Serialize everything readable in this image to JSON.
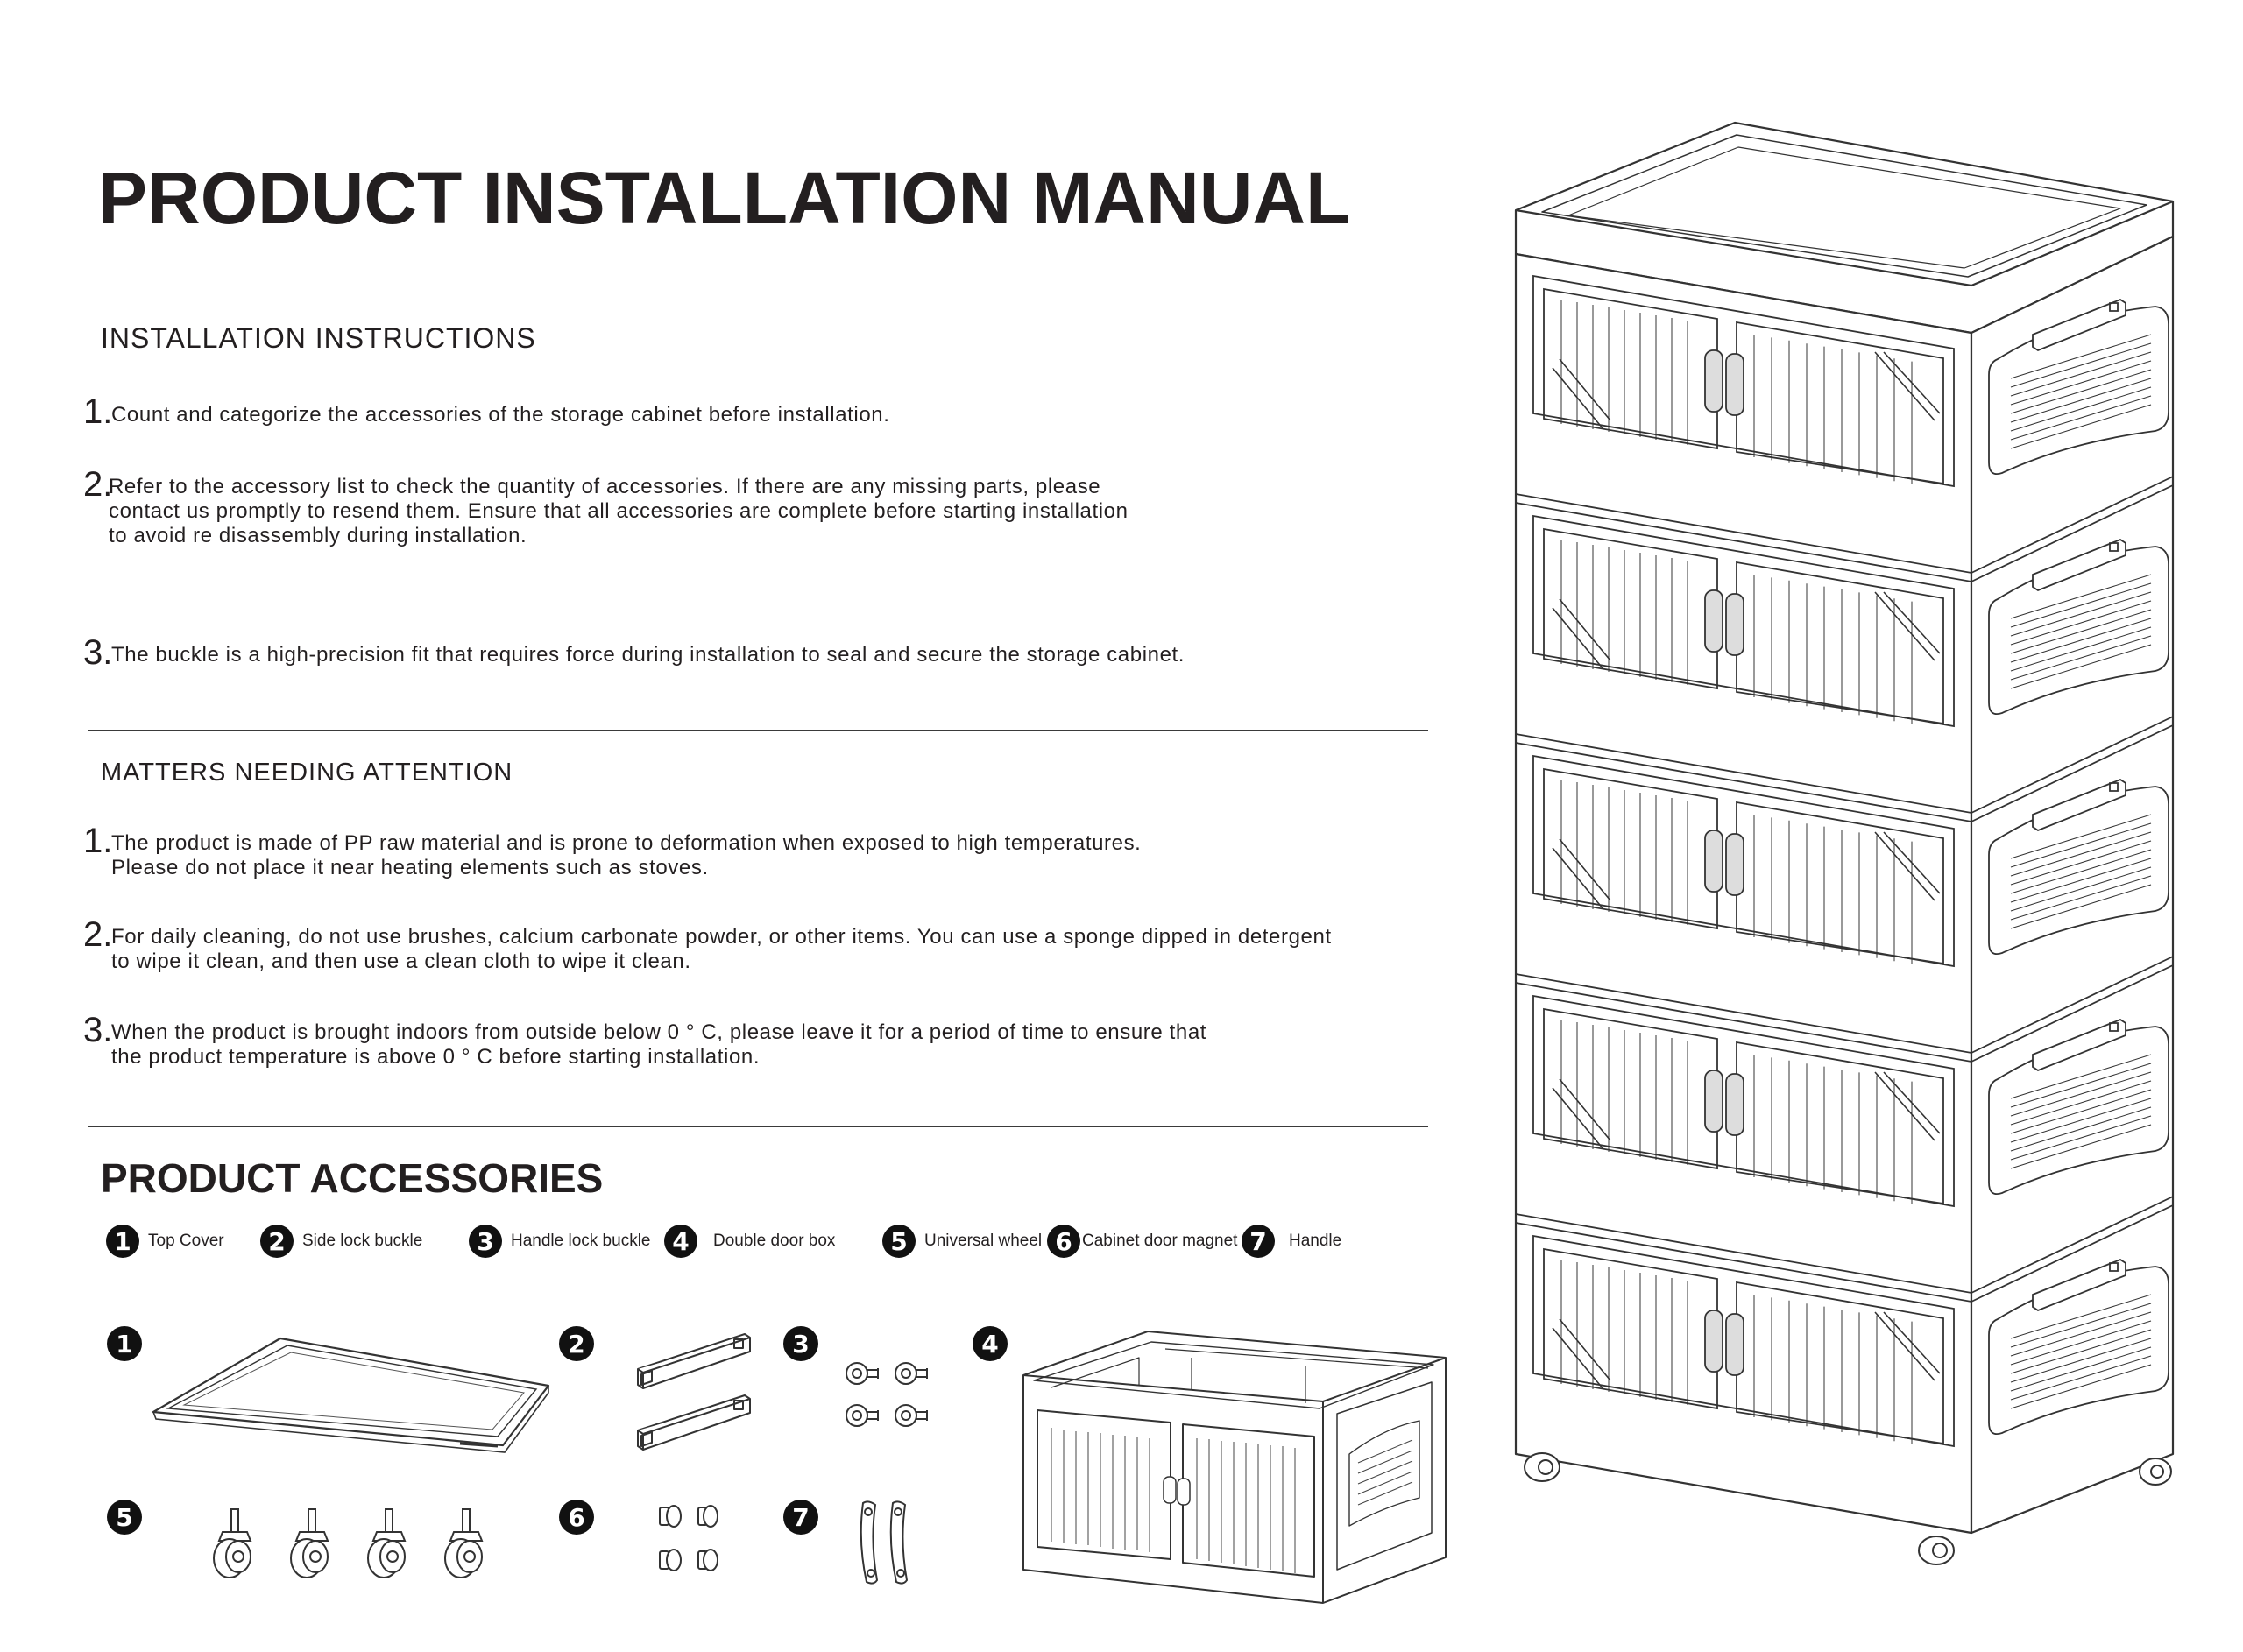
{
  "title": "PRODUCT INSTALLATION MANUAL",
  "installation": {
    "heading": "INSTALLATION INSTRUCTIONS",
    "items": [
      {
        "num": "1.",
        "text": "Count and categorize the accessories of the storage cabinet before installation."
      },
      {
        "num": "2.",
        "text": "Refer to the accessory list to check the quantity of accessories. If there are any missing parts, please\ncontact us promptly to resend them. Ensure that all accessories are complete before starting installation\nto avoid re disassembly during installation."
      },
      {
        "num": "3.",
        "text": "The buckle is a high-precision fit that requires force during installation to seal and secure the storage cabinet."
      }
    ]
  },
  "attention": {
    "heading": "MATTERS NEEDING ATTENTION",
    "items": [
      {
        "num": "1.",
        "text": "The product is made of PP raw material and is prone to deformation when exposed to high temperatures.\nPlease do not place it near heating elements such as stoves."
      },
      {
        "num": "2.",
        "text": "For daily cleaning, do not use brushes, calcium carbonate powder, or other items. You can use a sponge dipped in detergent\nto wipe it clean, and then use a clean cloth to wipe it clean."
      },
      {
        "num": "3.",
        "text": "When the product is brought indoors from outside below 0 ° C, please leave it for a period of time to ensure that\nthe product temperature is above 0 ° C before starting installation."
      }
    ]
  },
  "accessories": {
    "heading": "PRODUCT ACCESSORIES",
    "legend": [
      {
        "num": "1",
        "label": "Top Cover"
      },
      {
        "num": "2",
        "label": "Side lock buckle"
      },
      {
        "num": "3",
        "label": "Handle lock buckle"
      },
      {
        "num": "4",
        "label": "Double door box"
      },
      {
        "num": "5",
        "label": "Universal wheel"
      },
      {
        "num": "6",
        "label": "Cabinet door magnet"
      },
      {
        "num": "7",
        "label": "Handle"
      }
    ],
    "markers": [
      "1",
      "2",
      "3",
      "4",
      "5",
      "6",
      "7"
    ]
  },
  "icons": {
    "top_cover": "top-cover-icon",
    "side_lock": "side-lock-buckle-icon",
    "handle_lock": "handle-lock-buckle-icon",
    "double_door_box": "double-door-box-icon",
    "wheel": "universal-wheel-icon",
    "magnet": "cabinet-door-magnet-icon",
    "handle": "handle-icon",
    "cabinet": "storage-cabinet-illustration"
  }
}
